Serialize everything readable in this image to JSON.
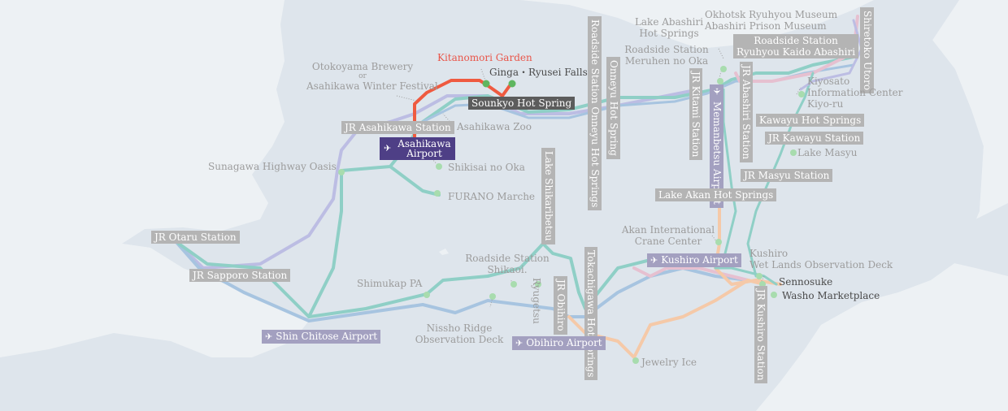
{
  "colors": {
    "sea": "#edf1f4",
    "land": "#dee5ec",
    "tag": "#b4b4b4",
    "tag_dark": "#5c5c5c",
    "airport_tag": "#a3a0c0",
    "airport_main": "#4e3f86",
    "route_highlight": "#ef5a40",
    "route_teal": "#8fcfc6",
    "route_blue": "#a7c4e0",
    "route_lavender": "#bcbde3",
    "route_pink": "#e6c0d0",
    "route_peach": "#f5c9a8",
    "stop_dot": "#a8dcae",
    "stop_dot_highlight": "#5fb660"
  },
  "labels": {
    "kitanomori_garden": "Kitanomori Garden",
    "ginga_ryusei_falls": "Ginga・Ryusei Falls",
    "sounkyo_hot_spring": "Sounkyo Hot Spring",
    "otokoyama_brewery": "Otokoyama Brewery",
    "or": "or",
    "asahikawa_winter_festival": "Asahikawa Winter Festival",
    "jr_asahikawa_station": "JR Asahikawa Station",
    "asahikawa_zoo": "Asahikawa Zoo",
    "asahikawa_airport_1": "Asahikawa",
    "asahikawa_airport_2": "Airport",
    "shikisai_no_oka": "Shikisai no Oka",
    "furano_marche": "FURANO Marche",
    "sunagawa_highway_oasis": "Sunagawa Highway Oasis",
    "jr_otaru_station": "JR Otaru Station",
    "jr_sapporo_station": "JR Sapporo Station",
    "shimukap_pa": "Shimukap PA",
    "shin_chitose_airport": "Shin Chitose Airport",
    "nissho_ridge_1": "Nissho Ridge",
    "nissho_ridge_2": "Observation Deck",
    "roadside_shikaoi_1": "Roadside Station",
    "roadside_shikaoi_2": "Shikaoi.",
    "lake_shikaribetsu": "Lake Shikaribetsu",
    "ryugetsu": "Ryugetsu",
    "jr_obihiro": "JR Obihiro",
    "tokachigawa_1": "Tokachigawa",
    "tokachigawa_2": "Hot Springs",
    "obihiro_airport": "Obihiro Airport",
    "jewelry_ice": "Jewelry Ice",
    "roadside_onneyu": "Roadside Station Onneyu Hot Springs",
    "onneyu_hot_spring": "Onneyu Hot Spring",
    "lake_abashiri_1": "Lake Abashiri",
    "lake_abashiri_2": "Hot Springs",
    "okhotsk_1": "Okhotsk Ryuhyou Museum",
    "okhotsk_2": "Abashiri Prison Museum",
    "roadside_meruhen_1": "Roadside Station",
    "roadside_meruhen_2": "Meruhen no Oka",
    "roadside_ryuhyou_1": "Roadside Station",
    "roadside_ryuhyou_2": "Ryuhyou Kaido Abashiri",
    "jr_kitami_1": "JR",
    "jr_kitami_2": "Kitami Station",
    "memanbetsu_1": "Memanbetsu",
    "memanbetsu_2": "Airport",
    "jr_abashiri_1": "JR",
    "jr_abashiri_2": "Abashiri Station",
    "shiretoko_utoro": "Shiretoko Utoro",
    "kiyosato_1": "Kiyosato",
    "kiyosato_2": "Information Center",
    "kiyosato_3": "Kiyo-ru",
    "kawayu_hot_springs": "Kawayu Hot Springs",
    "jr_kawayu_station": "JR Kawayu Station",
    "lake_masyu": "Lake Masyu",
    "jr_masyu_station": "JR Masyu Station",
    "lake_akan_hot_springs": "Lake Akan Hot Springs",
    "akan_crane_1": "Akan International",
    "akan_crane_2": "Crane Center",
    "kushiro_airport": "Kushiro Airport",
    "kushiro_wetlands_1": "Kushiro",
    "kushiro_wetlands_2": "Wet Lands Observation Deck",
    "sennosuke": "Sennosuke",
    "washo_marketplace": "Washo Marketplace",
    "jr_kushiro_1": "JR",
    "jr_kushiro_2": "Kushiro Station"
  }
}
